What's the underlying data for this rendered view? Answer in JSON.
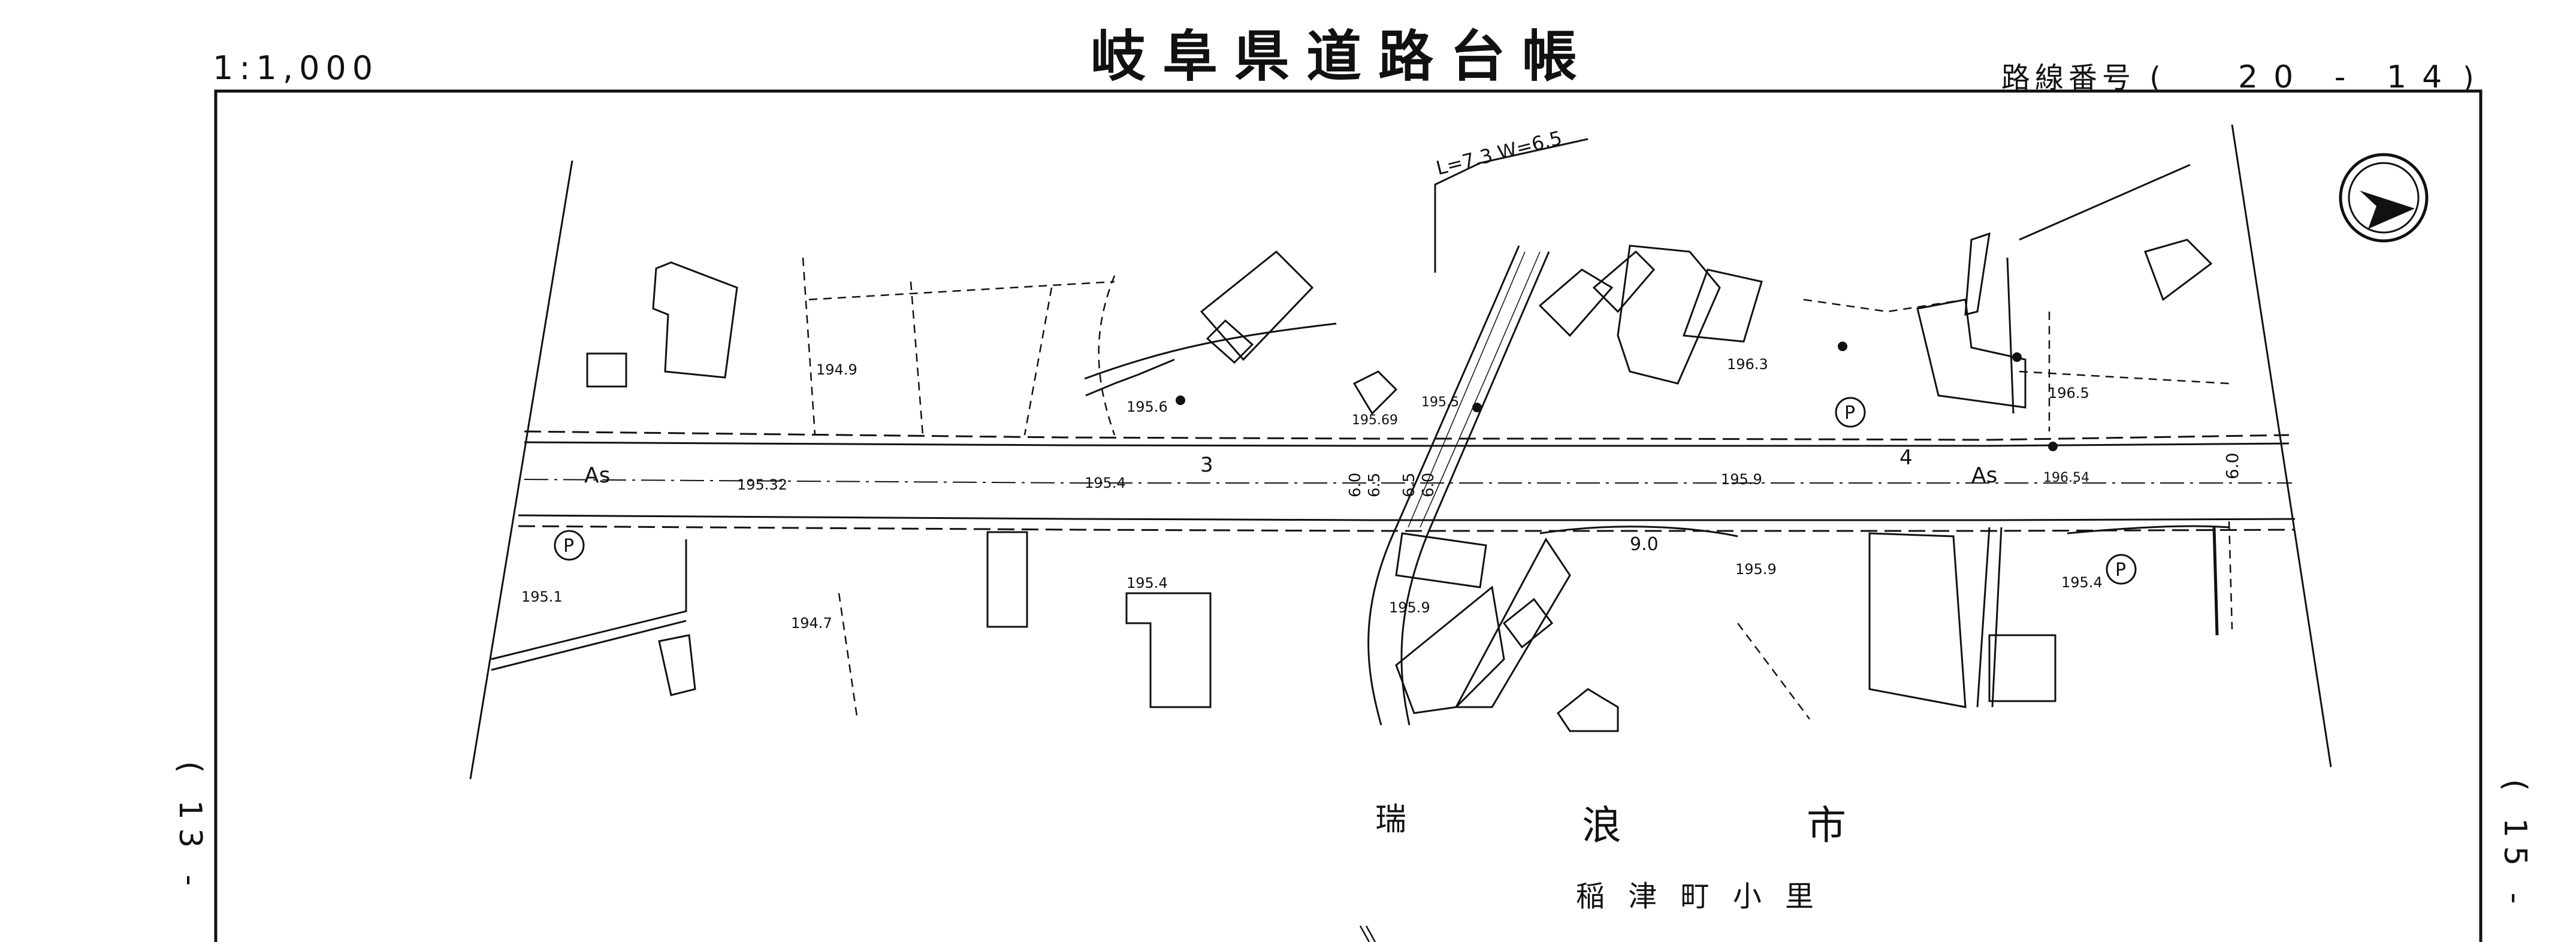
{
  "header": {
    "scale": "1:1,000",
    "title": "岐阜県道路台帳",
    "route_label": "路線番号 (",
    "route_number": "20 - 14",
    "route_close": ")"
  },
  "side_labels": {
    "left_sheet": "( 13 -",
    "right_sheet": "( 15 -"
  },
  "place": {
    "city_1": "瑞",
    "city_2": "浪",
    "city_3": "市",
    "district": "稲 津 町 小 里"
  },
  "road": {
    "bridge_label": "L=7.3  W=6.5",
    "surface_left": "As",
    "surface_right": "As",
    "section_3": "3",
    "section_4": "4",
    "width_9": "9.0",
    "width_6_right": "6.0"
  },
  "elevations": {
    "e1949": "194.9",
    "e1956": "195.6",
    "e19569": "195.69",
    "e1955": "195.5",
    "e1963": "196.3",
    "e1965": "196.5",
    "e19532": "195.32",
    "e1954": "195.4",
    "e1959": "195.9",
    "e19654": "196.54",
    "e1951": "195.1",
    "e1947": "194.7",
    "e1954b": "195.4",
    "e1959b": "195.9",
    "e1959c": "195.9",
    "e1954c": "195.4"
  },
  "widths_vertical": [
    "6.0",
    "6.5",
    "6.5",
    "6.0"
  ],
  "parking": [
    "P",
    "P",
    "P"
  ],
  "icons": {
    "north_arrow": "north-arrow-icon",
    "parking": "parking-icon"
  },
  "colors": {
    "ink": "#111111",
    "paper": "#ffffff"
  }
}
